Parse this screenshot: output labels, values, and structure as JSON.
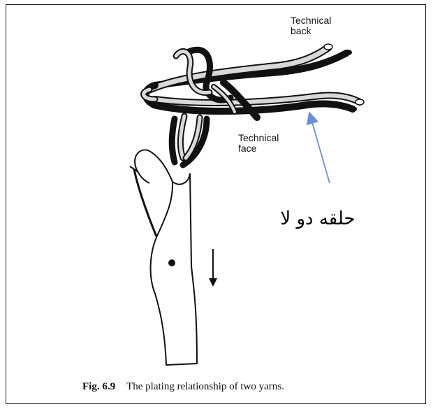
{
  "figure": {
    "label_technical_back": "Technical\nback",
    "label_technical_face": "Technical\nface",
    "annotation_arabic": "حلقه دو لا",
    "caption_number": "Fig. 6.9",
    "caption_text": "The plating relationship of two yarns."
  },
  "colors": {
    "ink": "#111111",
    "light_yarn": "#d9d9d9",
    "arrow_blue": "#6b8fd6",
    "frame": "#222222"
  },
  "icons": [
    "needle-icon",
    "down-arrow-icon",
    "pointer-arrow-icon"
  ]
}
